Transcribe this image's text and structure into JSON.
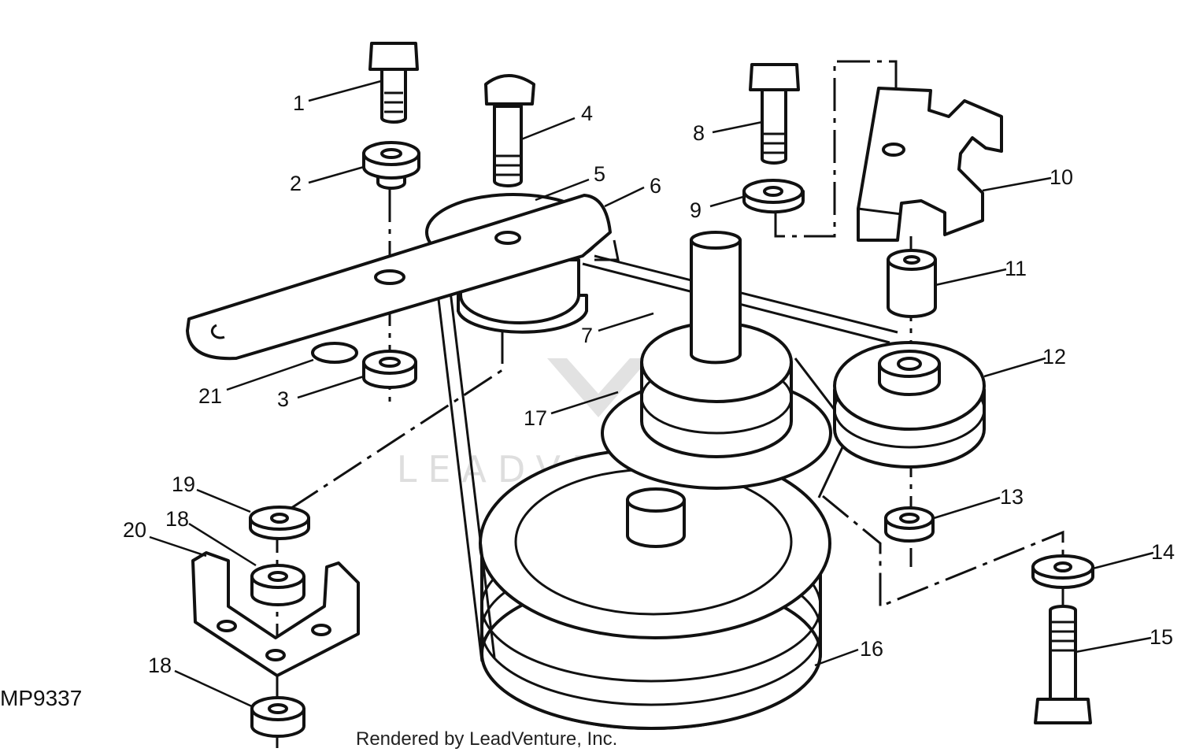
{
  "figure_id": "MP9337",
  "credit": "Rendered by LeadVenture, Inc.",
  "watermark": "LEADVENTURE",
  "callouts": [
    "1",
    "2",
    "3",
    "4",
    "5",
    "6",
    "7",
    "8",
    "9",
    "10",
    "11",
    "12",
    "13",
    "14",
    "15",
    "16",
    "17",
    "18",
    "18",
    "19",
    "20",
    "21"
  ]
}
